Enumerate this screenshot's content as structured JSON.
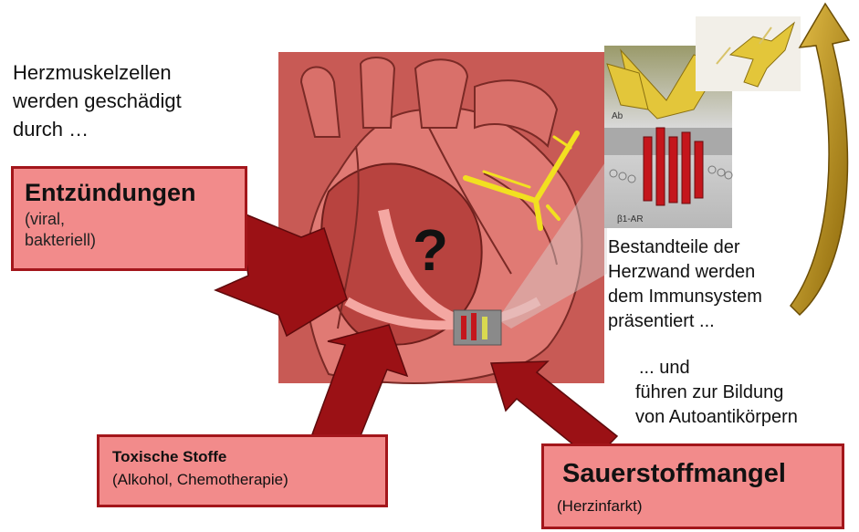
{
  "intro": {
    "line1": "Herzmuskelzellen",
    "line2": "werden geschädigt",
    "line3": "durch …"
  },
  "causes": {
    "inflammation": {
      "title": "Entzündungen",
      "sub1": "(viral,",
      "sub2": "bakteriell)"
    },
    "toxic": {
      "title": "Toxische Stoffe",
      "sub": "(Alkohol, Chemotherapie)"
    },
    "oxygen": {
      "title": "Sauerstoffmangel",
      "sub": "(Herzinfarkt)"
    }
  },
  "heart": {
    "question_mark": "?"
  },
  "inset": {
    "ab_label": "Ab",
    "receptor_label": "β1-AR"
  },
  "immune": {
    "line1": "Bestandteile der",
    "line2": "Herzwand werden",
    "line3": "dem Immunsystem",
    "line4": "präsentiert ...",
    "line5": "... und",
    "line6": "führen zur Bildung",
    "line7": "von Autoantikörpern"
  },
  "colors": {
    "box_fill": "#f28b8b",
    "box_border": "#a3161b",
    "arrow_red": "#9b1115",
    "heart_bg": "#c85a55",
    "antibody_yellow": "#f2e020",
    "curve_arrow": "#b58a12"
  }
}
